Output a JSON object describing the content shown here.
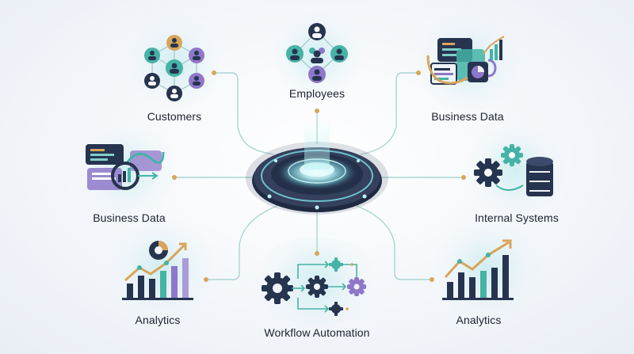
{
  "nodes": {
    "customers": {
      "label": "Customers"
    },
    "employees": {
      "label": "Employees"
    },
    "business_data_right": {
      "label": "Business Data"
    },
    "business_data_left": {
      "label": "Business Data"
    },
    "internal_systems": {
      "label": "Internal Systems"
    },
    "analytics_left": {
      "label": "Analytics"
    },
    "workflow_automation": {
      "label": "Workflow Automation"
    },
    "analytics_right": {
      "label": "Analytics"
    }
  },
  "colors": {
    "navy": "#27344f",
    "teal": "#45b3a6",
    "purple": "#8e77c9",
    "gold": "#d7a55a",
    "connector": "#a7d3d0",
    "hub_ring": "#2a3550",
    "hub_glow": "#7fe0ea"
  },
  "icons": [
    "people-network-icon",
    "team-icon",
    "dashboard-icon",
    "gear-database-icon",
    "bar-chart-icon",
    "gear-flow-icon"
  ]
}
